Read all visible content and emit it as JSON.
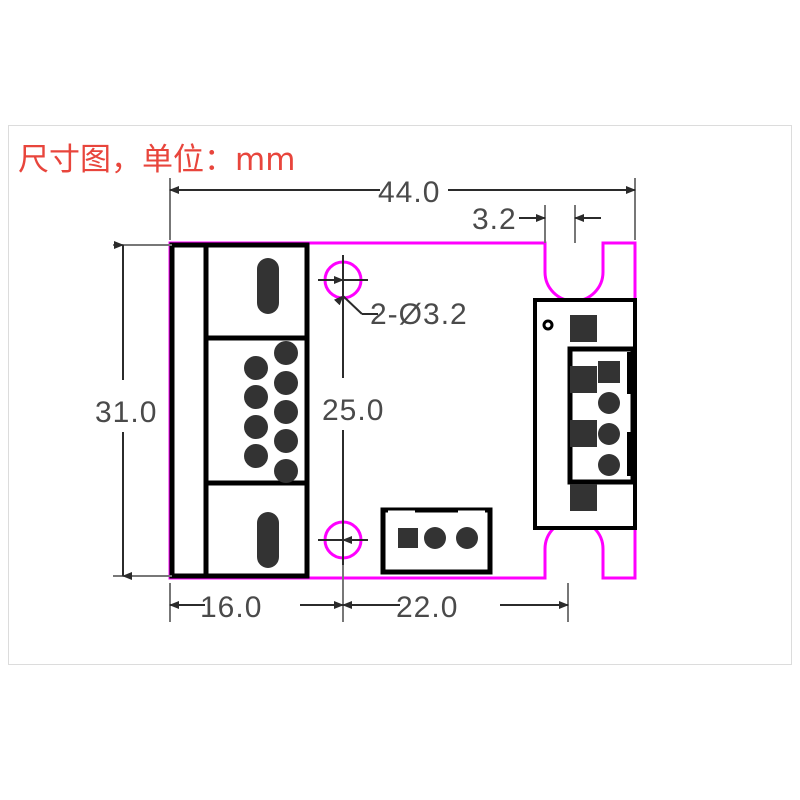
{
  "title": "尺寸图，单位：mm",
  "colors": {
    "title_red": "#e8453c",
    "pcb_outline_magenta": "#ff00ff",
    "component_black": "#000000",
    "dimension_gray": "#4a4a4a",
    "panel_border": "#dcdcdc",
    "background": "#ffffff"
  },
  "dimensions": {
    "overall_width": "44.0",
    "overall_height": "31.0",
    "notch_offset": "3.2",
    "hole_spacing_vertical": "25.0",
    "left_section_width": "16.0",
    "right_section_width": "22.0",
    "hole_callout": "2-Ø3.2"
  },
  "components": {
    "db9_connector": {
      "name": "db9-connector",
      "pin_rows": [
        5,
        4
      ],
      "screw_slots": 2
    },
    "terminal_block": {
      "name": "terminal-block",
      "square_pads": 4,
      "round_pins": 3,
      "inner_square_pad": 1,
      "marker_circle": 1
    },
    "pin_header_3p": {
      "name": "pin-header-3-pin",
      "square_pads": 1,
      "round_pins": 2
    }
  },
  "pcb": {
    "mounting_holes": 2,
    "edge_notches": 2,
    "notch_shape": "u-slot"
  }
}
